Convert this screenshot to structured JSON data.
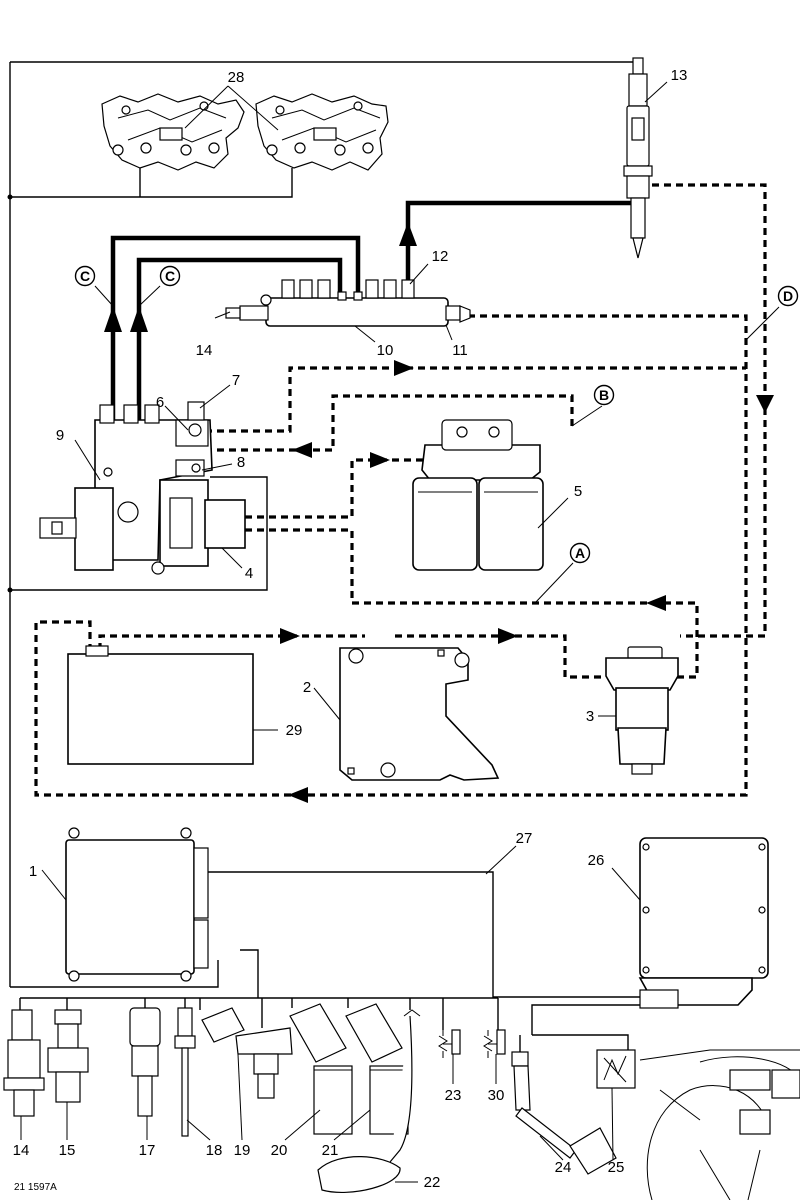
{
  "callouts": {
    "c1": "1",
    "c2": "2",
    "c3": "3",
    "c4": "4",
    "c5": "5",
    "c6": "6",
    "c7": "7",
    "c8": "8",
    "c9": "9",
    "c10": "10",
    "c11": "11",
    "c12": "12",
    "c13": "13",
    "c14a": "14",
    "c14b": "14",
    "c15": "15",
    "c17": "17",
    "c18": "18",
    "c19": "19",
    "c20": "20",
    "c21": "21",
    "c22": "22",
    "c23": "23",
    "c24": "24",
    "c25": "25",
    "c26": "26",
    "c27": "27",
    "c28": "28",
    "c29": "29",
    "c30": "30"
  },
  "references": {
    "ref_c1": "C",
    "ref_c2": "C",
    "ref_b": "B",
    "ref_a": "A",
    "ref_d": "D"
  },
  "figure_code": "21 1597A"
}
